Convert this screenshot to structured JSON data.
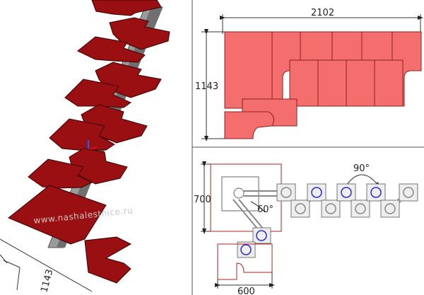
{
  "watermark": "www.nashalestnice.ru",
  "colors": {
    "step": "#990f12",
    "step_edge": "#3a0000",
    "plan": "#f46e6e",
    "plan_edge": "#8a2020",
    "outline": "#b02020",
    "circle": "#2a2ae0",
    "divider": "#555555"
  },
  "top_right": {
    "width_label": "2102",
    "height_label": "1143"
  },
  "bottom_right": {
    "angle_top": "90°",
    "angle_mid": "60°",
    "height_label": "700",
    "width_label": "600"
  },
  "left_view": {
    "bottom_dim": "1143"
  }
}
